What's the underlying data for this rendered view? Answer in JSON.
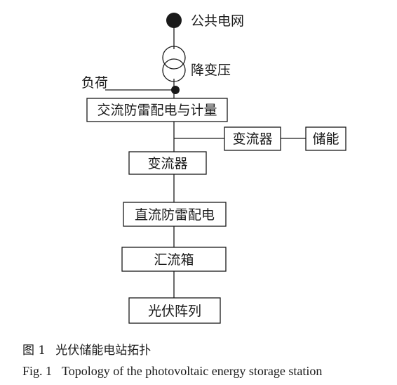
{
  "nodes": {
    "public_grid": "公共电网",
    "step_down_transformer": "降变压",
    "load": "负荷",
    "ac_protection_metering": "交流防雷配电与计量",
    "converter_branch": "变流器",
    "storage": "储能",
    "converter_main": "变流器",
    "dc_protection": "直流防雷配电",
    "combiner_box": "汇流箱",
    "pv_array": "光伏阵列"
  },
  "caption": {
    "cn_number": "图 1",
    "cn_text": "光伏储能电站拓扑",
    "en_number": "Fig. 1",
    "en_text": "Topology of the photovoltaic energy storage station"
  },
  "colors": {
    "line": "#1a1a1a",
    "background": "#ffffff"
  }
}
